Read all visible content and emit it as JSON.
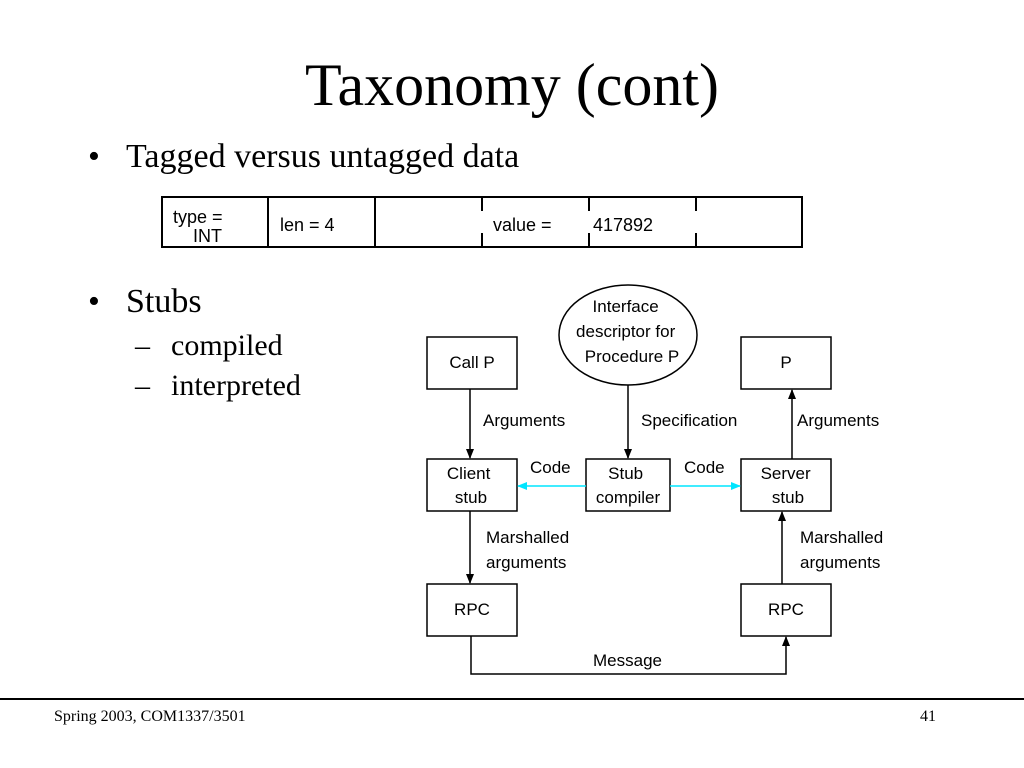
{
  "slide": {
    "title": "Taxonomy (cont)",
    "bullets": [
      {
        "text": "Tagged versus untagged data"
      },
      {
        "text": "Stubs",
        "subitems": [
          "compiled",
          "interpreted"
        ]
      }
    ],
    "bullet_glyph": "•",
    "sub_glyph": "–"
  },
  "record": {
    "type_label": "type =",
    "type_value": "INT",
    "len_label": "len = 4",
    "value_label": "value =",
    "value_number": "417892"
  },
  "diagram": {
    "interface_descriptor": [
      "Interface",
      "descriptor for",
      "Procedure P"
    ],
    "boxes": {
      "call_p": [
        "Call P"
      ],
      "p": [
        "P"
      ],
      "client_stub": [
        "Client",
        "stub"
      ],
      "stub_compiler": [
        "Stub",
        "compiler"
      ],
      "server_stub": [
        "Server",
        "stub"
      ],
      "rpc_left": [
        "RPC"
      ],
      "rpc_right": [
        "RPC"
      ]
    },
    "labels": {
      "arguments_left": "Arguments",
      "specification": "Specification",
      "arguments_right": "Arguments",
      "code_left": "Code",
      "code_right": "Code",
      "marshalled_left": [
        "Marshalled",
        "arguments"
      ],
      "marshalled_right": [
        "Marshalled",
        "arguments"
      ],
      "message": "Message"
    },
    "colors": {
      "code_arrow": "#00e5ff",
      "line": "#000000"
    }
  },
  "footer": {
    "course": "Spring 2003, COM1337/3501",
    "page_number": "41"
  }
}
